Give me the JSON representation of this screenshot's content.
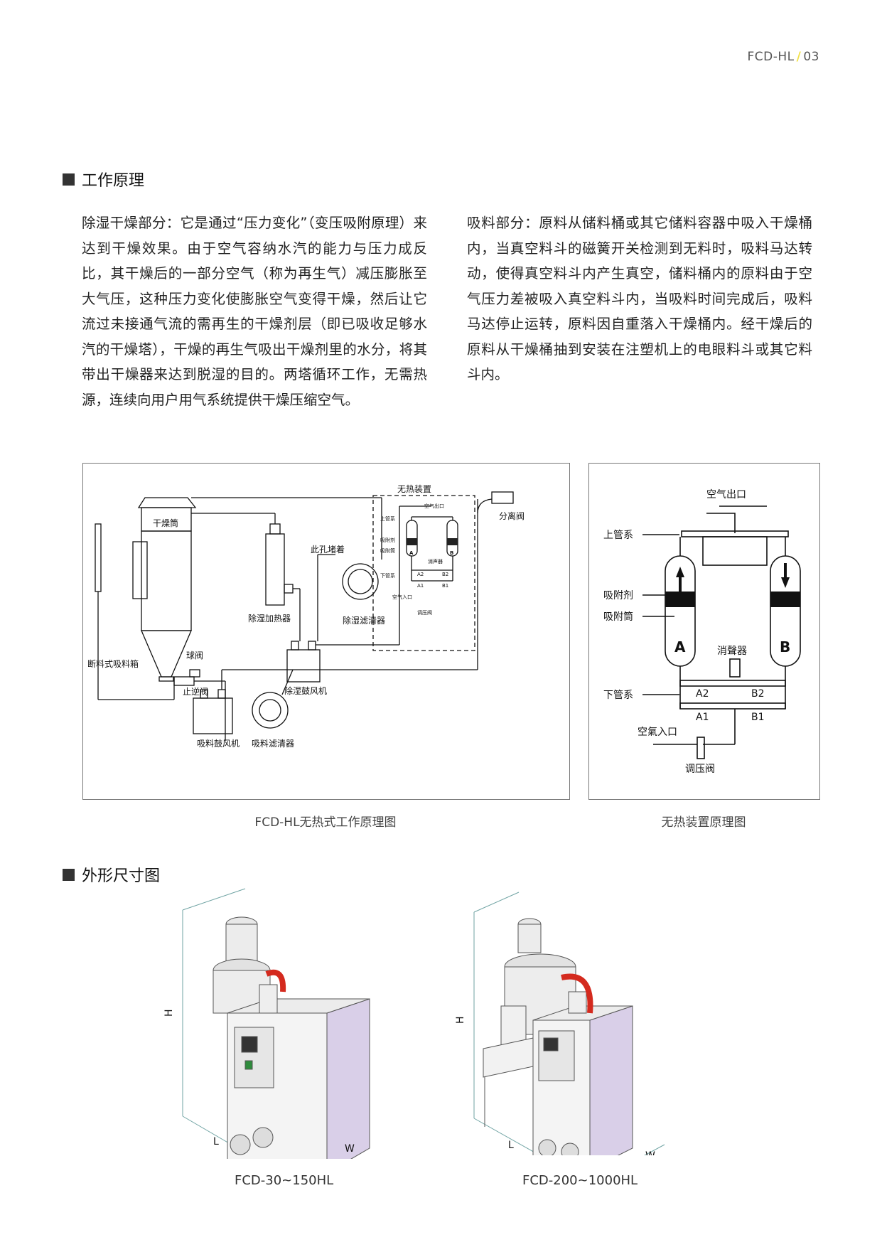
{
  "header": {
    "doc_code": "FCD-HL",
    "separator": "/",
    "page_number": "03"
  },
  "section_working_principle": {
    "title": "工作原理",
    "left_paragraph": "除湿干燥部分：它是通过“压力变化”（变压吸附原理）来达到干燥效果。由于空气容纳水汽的能力与压力成反比，其干燥后的一部分空气（称为再生气）减压膨胀至大气压，这种压力变化使膨胀空气变得干燥，然后让它流过未接通气流的需再生的干燥剂层（即已吸收足够水汽的干燥塔），干燥的再生气吸出干燥剂里的水分，将其带出干燥器来达到脱湿的目的。两塔循环工作，无需热源，连续向用户用气系统提供干燥压缩空气。",
    "right_paragraph": "吸料部分：原料从储料桶或其它储料容器中吸入干燥桶内，当真空料斗的磁簧开关检测到无料时，吸料马达转动，使得真空料斗内产生真空，储料桶内的原料由于空气压力差被吸入真空料斗内，当吸料时间完成后，吸料马达停止运转，原料因自重落入干燥桶内。经干燥后的原料从干燥桶抽到安装在注塑机上的电眼料斗或其它料斗内。"
  },
  "diagram_main": {
    "caption": "FCD-HL无热式工作原理图",
    "labels": {
      "drying_hopper": "干燥筒",
      "dehumid_heater": "除湿加热器",
      "hole_blocked": "此孔堵着",
      "dehumid_filter": "除湿滤清器",
      "heatless_unit": "无热装置",
      "separator_valve": "分离阀",
      "ball_valve": "球阀",
      "cutoff_suction_box": "断料式吸料箱",
      "dehumid_blower": "除湿鼓风机",
      "check_valve": "止逆阀",
      "suction_blower": "吸料鼓风机",
      "suction_filter": "吸料滤清器",
      "mini_air_outlet": "空气出口",
      "mini_upper_pipe": "上管系",
      "mini_adsorbent": "吸附剂",
      "mini_adsorb_tank": "吸附筒",
      "mini_muffler": "消声器",
      "mini_lower_pipe": "下管系",
      "mini_air_inlet": "空气入口",
      "mini_regulator": "调压阀",
      "mini_a2": "A2",
      "mini_b2": "B2",
      "mini_a1": "A1",
      "mini_b1": "B1",
      "mini_tank_a": "A",
      "mini_tank_b": "B"
    }
  },
  "diagram_heatless": {
    "caption": "无热装置原理图",
    "labels": {
      "air_outlet": "空气出口",
      "upper_pipe": "上管系",
      "adsorbent": "吸附剂",
      "adsorb_tank": "吸附筒",
      "muffler": "消聲器",
      "lower_pipe": "下管系",
      "air_inlet": "空氣入口",
      "regulator": "调压阀",
      "valve_a2": "A2",
      "valve_b2": "B2",
      "valve_a1": "A1",
      "valve_b1": "B1",
      "tank_a": "A",
      "tank_b": "B"
    }
  },
  "section_dimensions": {
    "title": "外形尺寸图",
    "models": [
      {
        "name": "FCD-30~150HL",
        "dim_h": "H",
        "dim_l": "L",
        "dim_w": "W"
      },
      {
        "name": "FCD-200~1000HL",
        "dim_h": "H",
        "dim_l": "L",
        "dim_w": "W"
      }
    ]
  },
  "colors": {
    "accent_slash": "#f2e24a",
    "hose_red": "#d42a1e",
    "cabinet_lavender": "#d9cfe8"
  }
}
